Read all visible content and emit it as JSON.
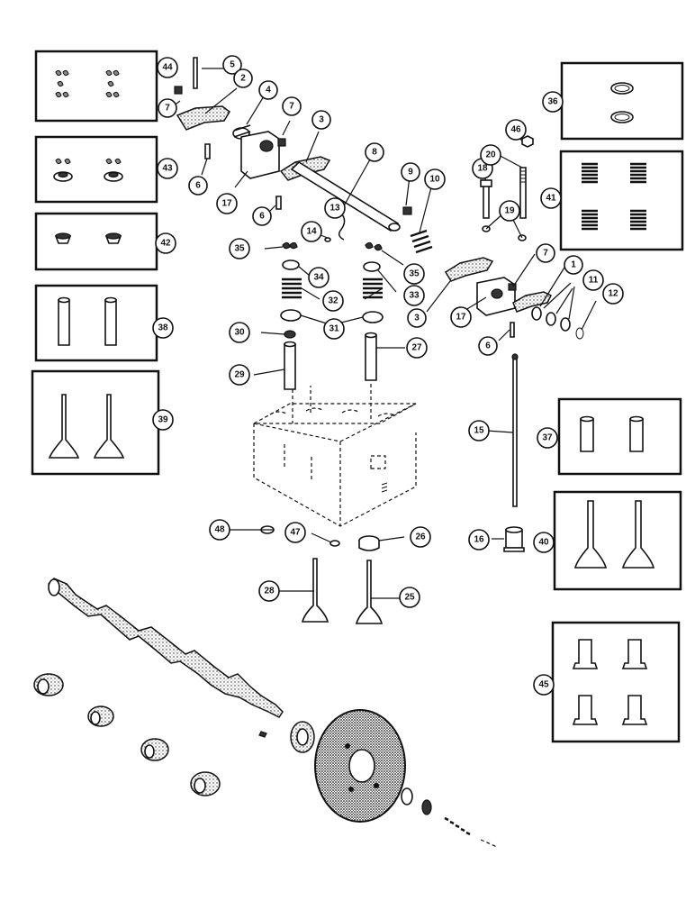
{
  "callouts": [
    {
      "id": "c44",
      "label": "44"
    },
    {
      "id": "c5",
      "label": "5"
    },
    {
      "id": "c2",
      "label": "2"
    },
    {
      "id": "c4",
      "label": "4"
    },
    {
      "id": "c7a",
      "label": "7"
    },
    {
      "id": "c7b",
      "label": "7"
    },
    {
      "id": "c3a",
      "label": "3"
    },
    {
      "id": "c43",
      "label": "43"
    },
    {
      "id": "c6a",
      "label": "6"
    },
    {
      "id": "c17a",
      "label": "17"
    },
    {
      "id": "c8",
      "label": "8"
    },
    {
      "id": "c6b",
      "label": "6"
    },
    {
      "id": "c9",
      "label": "9"
    },
    {
      "id": "c10",
      "label": "10"
    },
    {
      "id": "c18",
      "label": "18"
    },
    {
      "id": "c20",
      "label": "20"
    },
    {
      "id": "c46",
      "label": "46"
    },
    {
      "id": "c36",
      "label": "36"
    },
    {
      "id": "c41",
      "label": "41"
    },
    {
      "id": "c19",
      "label": "19"
    },
    {
      "id": "c13",
      "label": "13"
    },
    {
      "id": "c14",
      "label": "14"
    },
    {
      "id": "c42",
      "label": "42"
    },
    {
      "id": "c35a",
      "label": "35"
    },
    {
      "id": "c35b",
      "label": "35"
    },
    {
      "id": "c34",
      "label": "34"
    },
    {
      "id": "c33",
      "label": "33"
    },
    {
      "id": "c7c",
      "label": "7"
    },
    {
      "id": "c1",
      "label": "1"
    },
    {
      "id": "c11",
      "label": "11"
    },
    {
      "id": "c12",
      "label": "12"
    },
    {
      "id": "c32",
      "label": "32"
    },
    {
      "id": "c38",
      "label": "38"
    },
    {
      "id": "c3b",
      "label": "3"
    },
    {
      "id": "c17b",
      "label": "17"
    },
    {
      "id": "c31",
      "label": "31"
    },
    {
      "id": "c30",
      "label": "30"
    },
    {
      "id": "c27",
      "label": "27"
    },
    {
      "id": "c6c",
      "label": "6"
    },
    {
      "id": "c29",
      "label": "29"
    },
    {
      "id": "c39",
      "label": "39"
    },
    {
      "id": "c15",
      "label": "15"
    },
    {
      "id": "c37",
      "label": "37"
    },
    {
      "id": "c48",
      "label": "48"
    },
    {
      "id": "c47",
      "label": "47"
    },
    {
      "id": "c26",
      "label": "26"
    },
    {
      "id": "c16",
      "label": "16"
    },
    {
      "id": "c40",
      "label": "40"
    },
    {
      "id": "c28",
      "label": "28"
    },
    {
      "id": "c25",
      "label": "25"
    },
    {
      "id": "c45",
      "label": "45"
    }
  ]
}
